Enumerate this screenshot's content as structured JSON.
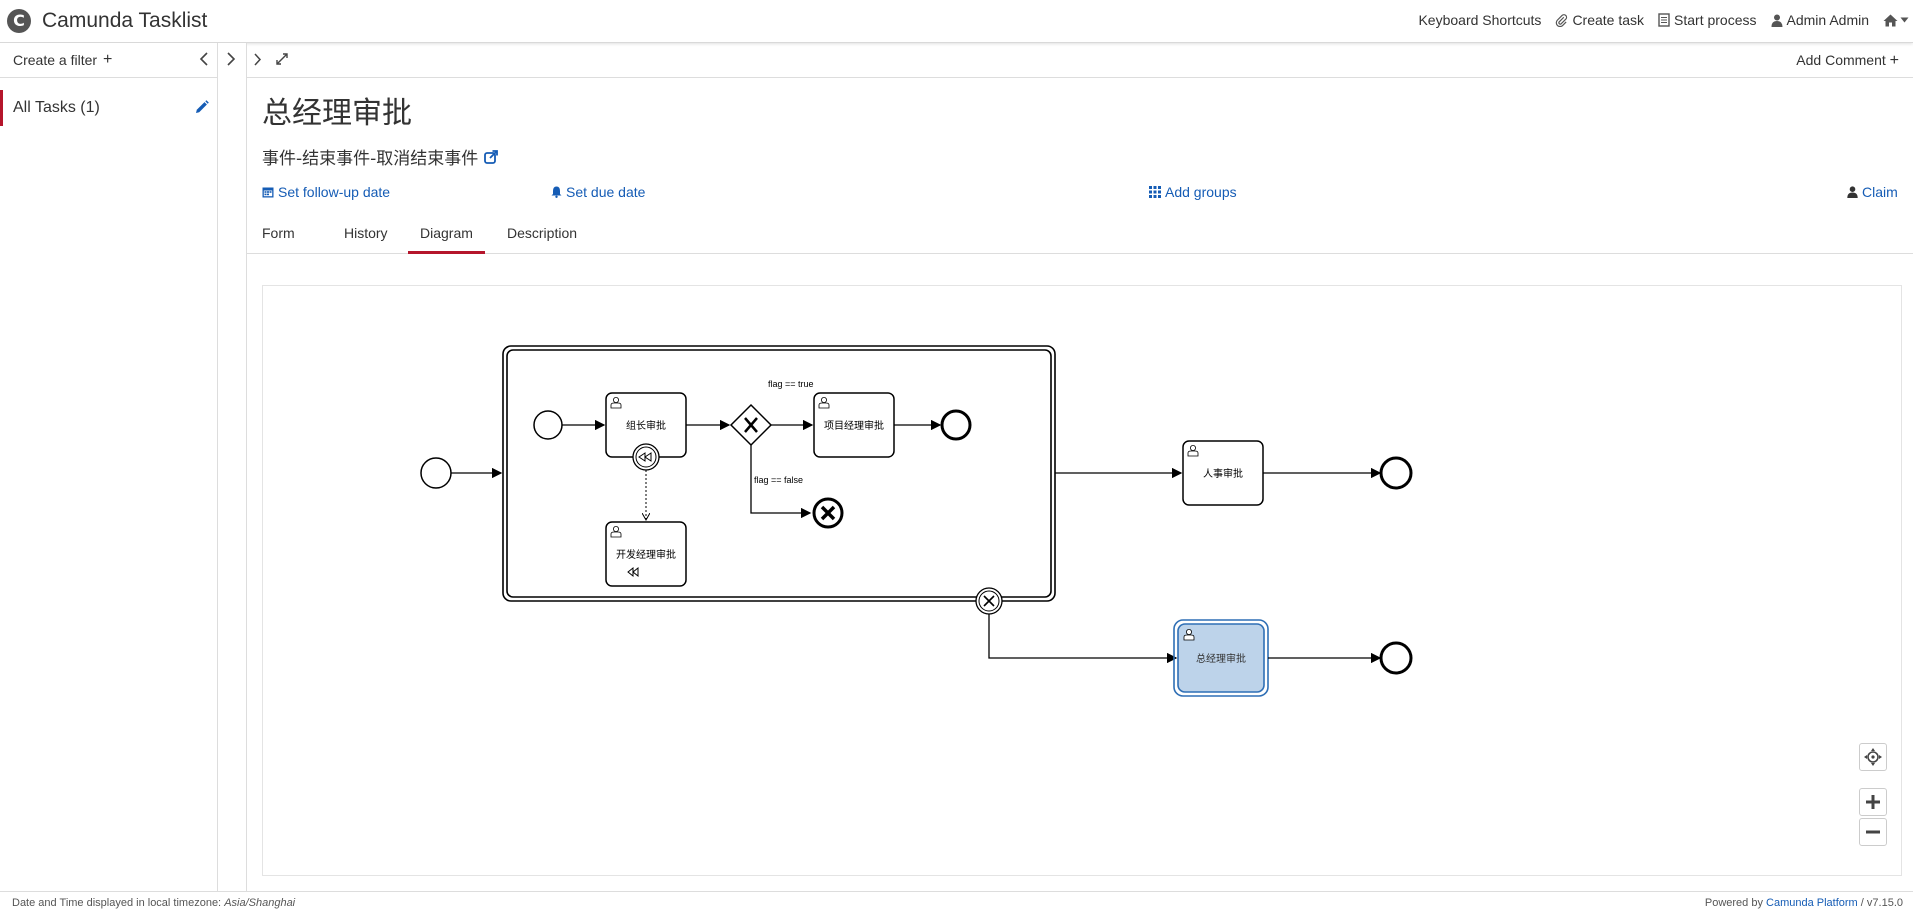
{
  "app": {
    "title": "Camunda Tasklist",
    "logo_glyph": "C"
  },
  "topnav": {
    "keyboard_shortcuts": "Keyboard Shortcuts",
    "create_task": "Create task",
    "start_process": "Start process",
    "user": "Admin Admin"
  },
  "sidebar": {
    "create_filter": "Create a filter",
    "plus": "+",
    "filters": [
      {
        "label": "All Tasks (1)"
      }
    ]
  },
  "main": {
    "add_comment": "Add Comment",
    "plus": "+"
  },
  "task": {
    "name": "总经理审批",
    "process_name": "事件-结束事件-取消结束事件",
    "actions": {
      "follow_up": "Set follow-up date",
      "due_date": "Set due date",
      "add_groups": "Add groups",
      "claim": "Claim"
    },
    "tabs": [
      "Form",
      "History",
      "Diagram",
      "Description"
    ],
    "active_tab": "Diagram"
  },
  "diagram": {
    "tasks": {
      "team_leader": "组长审批",
      "dev_manager": "开发经理审批",
      "project_manager": "项目经理审批",
      "hr": "人事审批",
      "general_manager": "总经理审批"
    },
    "conditions": {
      "flag_true": "flag == true",
      "flag_false": "flag == false"
    },
    "colors": {
      "highlight_fill": "#bdd3ea",
      "highlight_stroke": "#2f6fb5"
    }
  },
  "footer": {
    "timezone_prefix": "Date and Time displayed in local timezone:",
    "timezone": "Asia/Shanghai",
    "powered_by": "Powered by",
    "platform": "Camunda Platform",
    "version": "/ v7.15.0"
  },
  "colors": {
    "accent": "#b5152b",
    "link": "#155cb5"
  }
}
